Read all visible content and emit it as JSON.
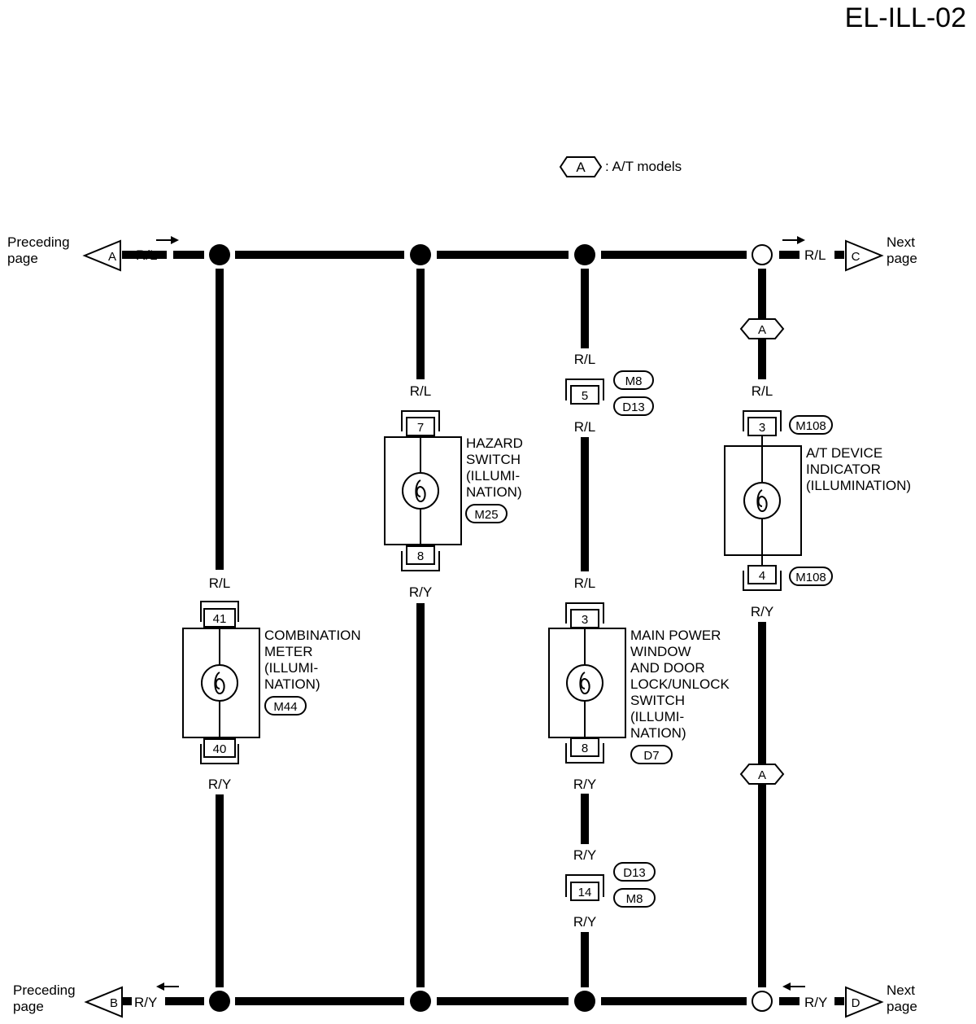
{
  "page_code": "EL-ILL-02",
  "legend": {
    "tag": "A",
    "text": ": A/T models"
  },
  "offpage": {
    "top_left": {
      "letter": "A",
      "line1": "Preceding",
      "line2": "page",
      "wire": "R/L"
    },
    "top_right": {
      "letter": "C",
      "line1": "Next",
      "line2": "page",
      "wire": "R/L"
    },
    "bottom_left": {
      "letter": "B",
      "line1": "Preceding",
      "line2": "page",
      "wire": "R/Y"
    },
    "bottom_right": {
      "letter": "D",
      "line1": "Next",
      "line2": "page",
      "wire": "R/Y"
    }
  },
  "option_tag": "A",
  "components": {
    "combination_meter": {
      "name": [
        "COMBINATION",
        "METER",
        "(ILLUMI-",
        "NATION)"
      ],
      "connector": "M44",
      "pin_top": "41",
      "pin_bottom": "40",
      "wire_top": "R/L",
      "wire_bottom": "R/Y"
    },
    "hazard_switch": {
      "name": [
        "HAZARD",
        "SWITCH",
        "(ILLUMI-",
        "NATION)"
      ],
      "connector": "M25",
      "pin_top": "7",
      "pin_bottom": "8",
      "wire_top": "R/L",
      "wire_bottom": "R/Y"
    },
    "main_power_window": {
      "name": [
        "MAIN POWER",
        "WINDOW",
        "AND DOOR",
        "LOCK/UNLOCK",
        "SWITCH",
        "(ILLUMI-",
        "NATION)"
      ],
      "connector": "D7",
      "pin_top": "3",
      "pin_bottom": "8",
      "wire_top": "R/L",
      "wire_bottom": "R/Y"
    },
    "at_device_indicator": {
      "name": [
        "A/T DEVICE",
        "INDICATOR",
        "(ILLUMINATION)"
      ],
      "connector_top": "M108",
      "connector_bottom": "M108",
      "pin_top": "3",
      "pin_bottom": "4",
      "wire_top": "R/L",
      "wire_bottom": "R/Y"
    }
  },
  "joint_connectors": {
    "upper": {
      "pin": "5",
      "conn_a": "M8",
      "conn_b": "D13",
      "wire_above": "R/L",
      "wire_below": "R/L"
    },
    "lower": {
      "pin": "14",
      "conn_a": "D13",
      "conn_b": "M8",
      "wire_above": "R/Y",
      "wire_below": "R/Y"
    }
  }
}
